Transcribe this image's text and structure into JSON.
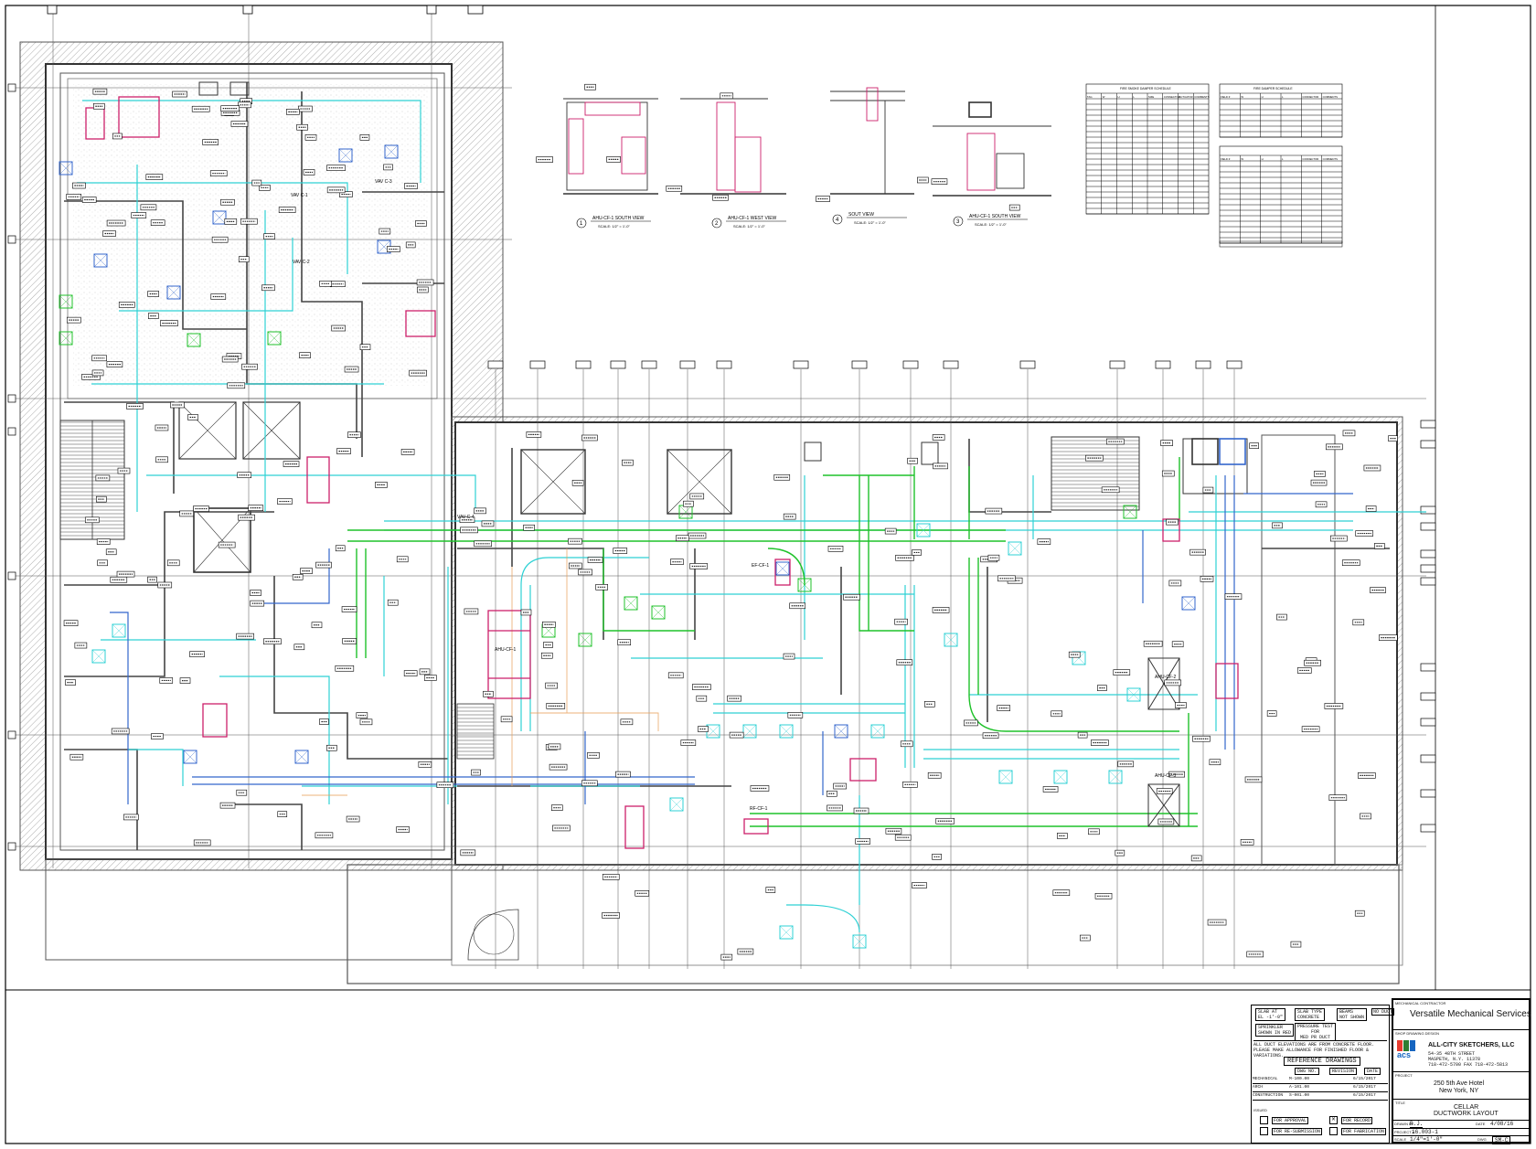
{
  "drawing": {
    "colors": {
      "architecture": "#333333",
      "supply_duct": "#2ed1d4",
      "exhaust_duct": "#1fc22a",
      "return_duct": "#3366cc",
      "equipment": "#cc1f6a",
      "outside_air": "#e8a05a"
    },
    "column_bubbles_top": [
      "",
      "",
      "",
      ""
    ],
    "column_bubbles_row": [
      "",
      "",
      "",
      "",
      "",
      "",
      "",
      "",
      "",
      "",
      "",
      "",
      "",
      "",
      "",
      "",
      "",
      "",
      ""
    ],
    "row_bubbles_left": [
      "",
      "",
      "",
      "",
      "",
      "",
      "",
      "",
      ""
    ],
    "equipment_tags": {
      "ahu_1": "AHU-CF-1",
      "ahu_2": "AHU-CF-2",
      "ahu_3": "AHU-CF-3",
      "rf_1": "RF-CF-1",
      "vav_1": "VAV C-1",
      "vav_2": "VAV C-2",
      "vav_3": "VAV C-3",
      "vav_4": "VAV C-4",
      "ef_1": "EF-CF-1"
    }
  },
  "details": [
    {
      "num": "1",
      "title": "AHU-CF-1 SOUTH VIEW",
      "scale": "SCALE: 1/2\" = 1'-0\""
    },
    {
      "num": "2",
      "title": "AHU-CF-1 WEST VIEW",
      "scale": "SCALE: 1/2\" = 1'-0\""
    },
    {
      "num": "4",
      "title": "SOUT VIEW",
      "scale": "SCALE: 1/2\" = 1'-0\""
    },
    {
      "num": "3",
      "title": "AHU-CF-1 SOUTH VIEW",
      "scale": "SCALE: 1/2\" = 1'-0\""
    }
  ],
  "schedules": {
    "fire_smoke": {
      "title": "FIRE SMOKE DAMPER SCHEDULE",
      "headers": [
        "TAG",
        "W",
        "H",
        "L",
        "SIZE",
        "CONNECTOR",
        "ACTUATOR",
        "COMMENTS"
      ]
    },
    "fire": {
      "title": "FIRE DAMPER SCHEDULE",
      "headers": [
        "FIELD #",
        "W",
        "H",
        "L",
        "CONNECTOR",
        "COMMENTS"
      ]
    },
    "fire_b": {
      "headers": [
        "FIELD #",
        "W",
        "H",
        "L",
        "CONNECTOR",
        "COMMENTS"
      ]
    }
  },
  "title_block": {
    "legend": {
      "slab": "SLAB AT",
      "slab_val": "EL -1'-0\"",
      "slab_type": "SLAB TYPE",
      "concrete": "CONCRETE",
      "beams": "BEAMS",
      "not_shown": "NOT SHOWN",
      "sprinkler": "SPRINKLER",
      "sprinkler2": "SHOWN IN RED",
      "pressure": "PRESSURE TEST",
      "pressure2": "FOR",
      "pressure3": "MED PR DUCT",
      "no_duct": "NO DUCT"
    },
    "note": "ALL DUCT ELEVATIONS ARE FROM CONCRETE FLOOR. PLEASE MAKE ALLOWANCE FOR FINISHED FLOOR & VARIATIONS.",
    "reference": {
      "heading": "REFERENCE DRAWINGS",
      "col_dwg": "DWG NO.",
      "col_rev": "REVISION",
      "col_date": "DATE",
      "rows": [
        {
          "trade": "MECHANICAL",
          "dwg": "M-100.00",
          "date": "6/15/2017"
        },
        {
          "trade": "ARCH",
          "dwg": "A-101.00",
          "date": "6/15/2017"
        },
        {
          "trade": "CONSTRUCTION",
          "dwg": "S-001.00",
          "date": "6/15/2017"
        }
      ]
    },
    "issued": {
      "label": "ISSUED",
      "approval": "FOR APPROVAL",
      "record": "FOR RECORD",
      "resubmission": "FOR RE-SUBMISSION",
      "fabrication": "FOR FABRICATION"
    },
    "contractor_label": "MECHANICAL CONTRACTOR",
    "contractor": "Versatile Mechanical Services",
    "design_label": "SHOP DRAWING DESIGN",
    "company": "ALL-CITY SKETCHERS, LLC",
    "addr1": "54-35 48TH STREET",
    "addr2": "MASPETH, N.Y. 11378",
    "addr3": "718-472-5700  FAX 718-472-5813",
    "logo_text": "acs",
    "project_label": "PROJECT",
    "project1": "250 5th Ave Hotel",
    "project2": "New York, NY",
    "title_label": "TITLE",
    "title1": "CELLAR",
    "title2": "DUCTWORK LAYOUT",
    "drawn_label": "DRAWN BY",
    "drawn": "R.J.",
    "date_label": "DATE",
    "date": "4/08/16",
    "project_no_label": "PROJECT #",
    "project_no": "16.003-1",
    "scale_label": "SCALE",
    "scale": "1/4\"=1'-0\"",
    "dwg_label": "DWG",
    "dwg": "SM-C"
  }
}
